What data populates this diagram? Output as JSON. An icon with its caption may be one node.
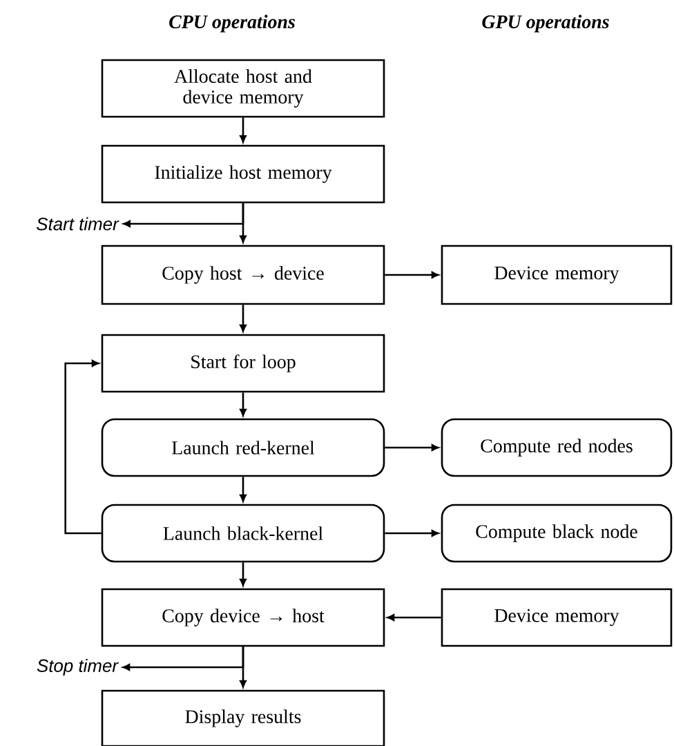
{
  "diagram": {
    "nodes": [
      {
        "text": [
          "Allocate host and device memory"
        ]
      },
      {
        "text": [
          "Initialize host memory"
        ]
      },
      {
        "text": [
          "Start timer"
        ]
      },
      {
        "text": [
          "Copy host → device"
        ]
      },
      {
        "text": [
          "Device memory"
        ]
      },
      {
        "text": [
          "Start for loop"
        ]
      },
      {
        "text": [
          "Launch red-kernel"
        ]
      },
      {
        "text": [
          "Compute red nodes"
        ]
      },
      {
        "text": [
          "Launch black-kernel"
        ]
      },
      {
        "text": [
          "Compute black node"
        ]
      },
      {
        "text": [
          "Copy device → host"
        ]
      },
      {
        "text": [
          "Device memory"
        ]
      },
      {
        "text": [
          "Stop timer"
        ]
      },
      {
        "text": [
          "Display results"
        ]
      }
    ],
    "edges": [
      {
        "from": 0,
        "to": 1,
        "arrow": "to"
      },
      {
        "from": 1,
        "to": 3,
        "arrow": "to"
      },
      {
        "from": 1,
        "to": 2,
        "arrow": "to"
      },
      {
        "from": 3,
        "to": 4,
        "arrow": "to"
      },
      {
        "from": 3,
        "to": 5,
        "arrow": "to"
      },
      {
        "from": 5,
        "to": 6,
        "arrow": "to"
      },
      {
        "from": 6,
        "to": 7,
        "arrow": "to"
      },
      {
        "from": 6,
        "to": 8,
        "arrow": "to"
      },
      {
        "from": 8,
        "to": 9,
        "arrow": "to"
      },
      {
        "from": 8,
        "to": 5,
        "arrow": "to"
      },
      {
        "from": 8,
        "to": 10,
        "arrow": "to"
      },
      {
        "from": 11,
        "to": 10,
        "arrow": "to"
      },
      {
        "from": 10,
        "to": 13,
        "arrow": "to"
      },
      {
        "from": 10,
        "to": 12,
        "arrow": "to"
      }
    ],
    "labels": [
      "CPU operations",
      "GPU operations"
    ]
  }
}
